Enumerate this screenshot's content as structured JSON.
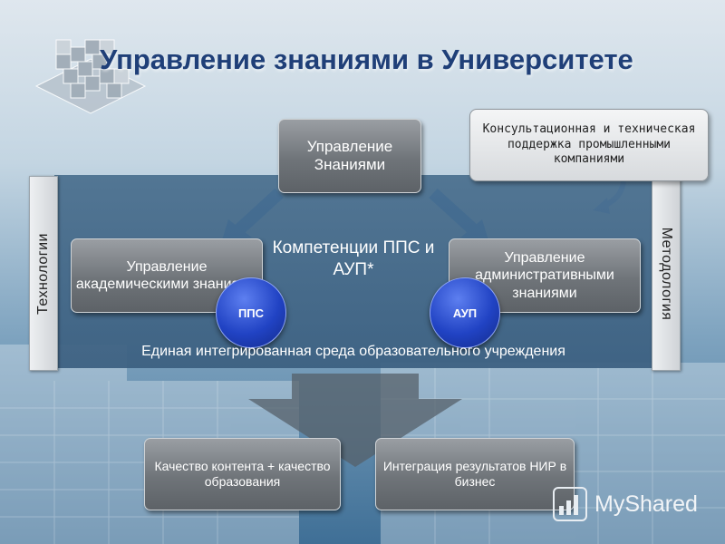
{
  "slide": {
    "title": "Управление знаниями в Университете",
    "top_box": "Управление Знаниями",
    "callout": "Консультационная и техническая поддержка промышленными компаниями",
    "left_box": "Управление академическими знаниями",
    "right_box": "Управление административными знаниями",
    "center_label": "Компетенции ППС и АУП*",
    "badge_left": "ППС",
    "badge_right": "АУП",
    "left_side_label": "Технологии",
    "right_side_label": "Методология",
    "band_caption": "Единая интегрированная среда образовательного учреждения",
    "bottom_left_box": "Качество контента + качество образования",
    "bottom_right_box": "Интеграция результатов НИР в бизнес"
  },
  "watermark": {
    "text": "MyShared"
  },
  "colors": {
    "title": "#1f3f78",
    "band": "#3b5f80",
    "box": "#6f7479",
    "badge": "#2143c4",
    "arrow_blue": "#1f6fd6"
  }
}
